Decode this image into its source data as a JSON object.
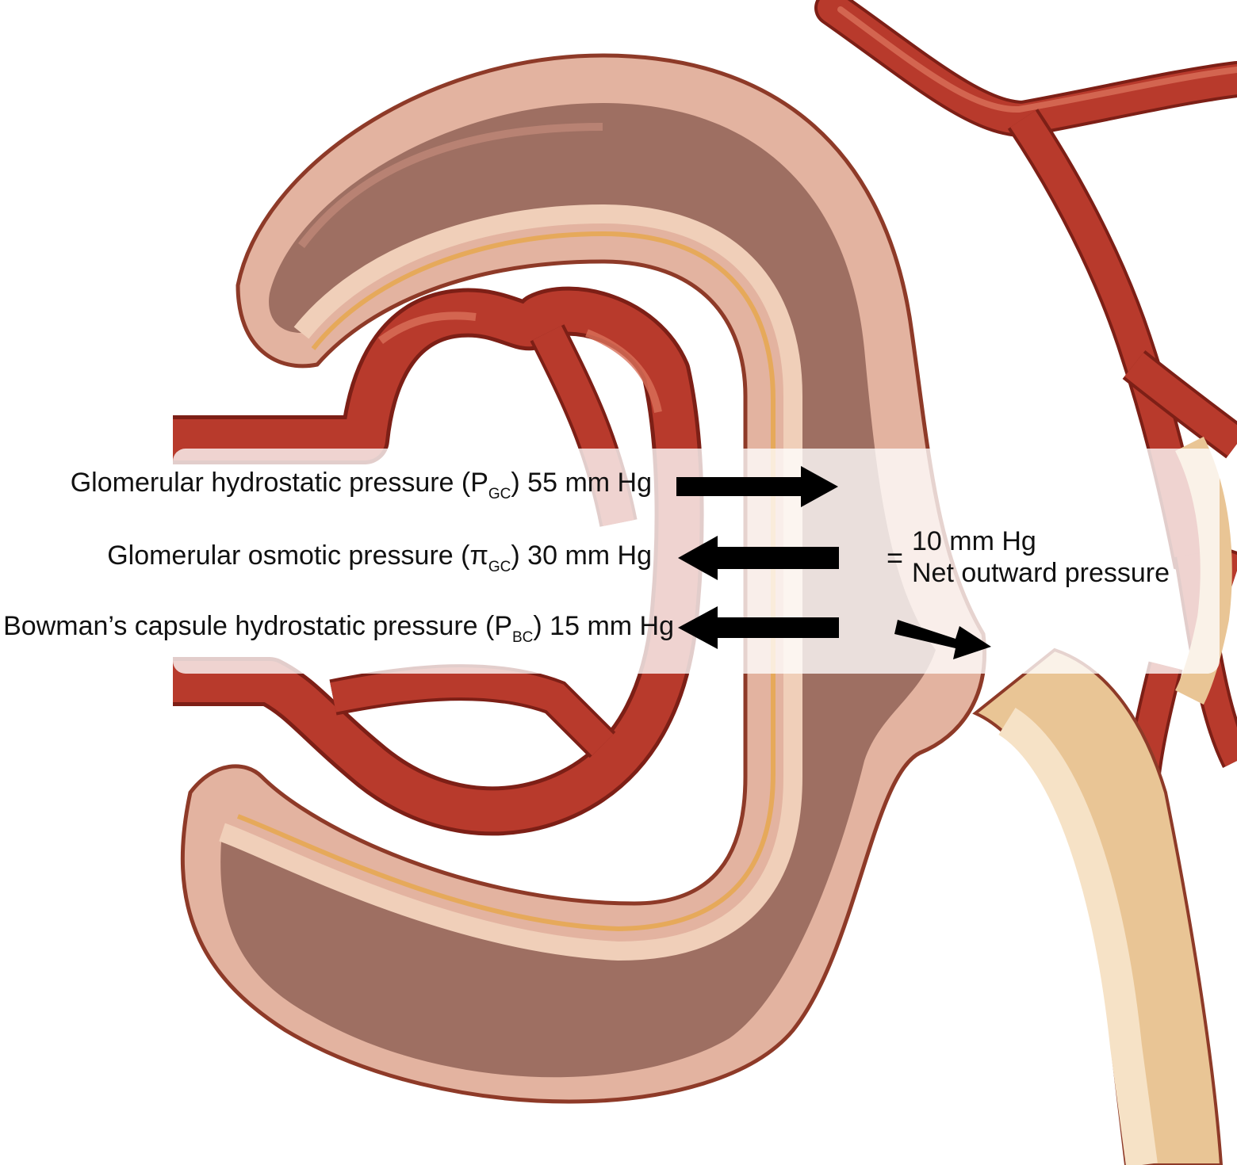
{
  "diagram": {
    "labels": [
      {
        "name": "Glomerular hydrostatic pressure (P",
        "sub": "GC",
        "value": ") 55 mm Hg",
        "direction": "outward"
      },
      {
        "name": "Glomerular osmotic pressure (π",
        "sub": "GC",
        "value": ") 30 mm Hg",
        "direction": "inward"
      },
      {
        "name": "Bowman’s capsule hydrostatic pressure (P",
        "sub": "BC",
        "value": ") 15 mm Hg",
        "direction": "inward"
      }
    ],
    "result": {
      "equals": "=",
      "value": "10 mm Hg",
      "text": "Net outward pressure"
    }
  },
  "colors": {
    "vessel": "#b83a2c",
    "vessel_dark": "#7d1f16",
    "vessel_highlight": "#d9705a",
    "capsule_cavity": "#9e6f62",
    "capsule_wall": "#e3b3a0",
    "capsule_outline": "#8e3a28",
    "tubule": "#e9c595",
    "tubule_light": "#f6e2c6",
    "overlay": "#ffffff",
    "arrow": "#000000"
  }
}
